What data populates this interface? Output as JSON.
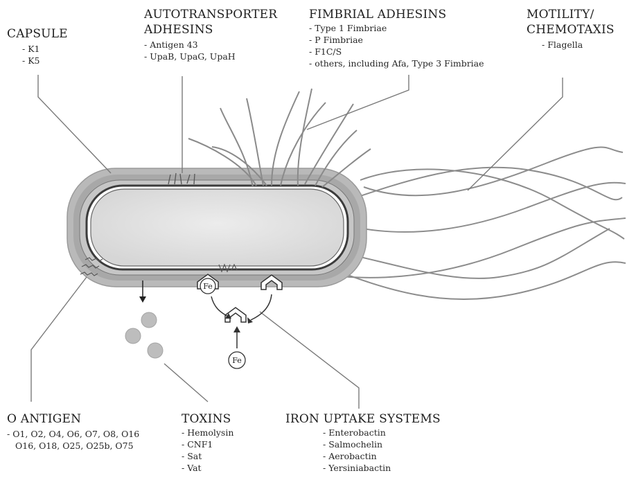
{
  "labels": {
    "capsule": {
      "title": [
        "CAPSULE"
      ],
      "items": [
        "- K1",
        "- K5"
      ]
    },
    "autotransporter": {
      "title": [
        "AUTOTRANSPORTER",
        "ADHESINS"
      ],
      "items": [
        "- Antigen 43",
        "- UpaB, UpaG, UpaH"
      ]
    },
    "fimbrial": {
      "title": [
        "FIMBRIAL ADHESINS"
      ],
      "items": [
        "- Type 1 Fimbriae",
        "- P Fimbriae",
        "- F1C/S",
        "- others, including Afa, Type 3 Fimbriae"
      ]
    },
    "motility": {
      "title": [
        "MOTILITY/",
        "CHEMOTAXIS"
      ],
      "items": [
        "- Flagella"
      ]
    },
    "o_antigen": {
      "title": [
        "O ANTIGEN"
      ],
      "items": [
        "- O1, O2, O4, O6, O7, O8, O16",
        "O16, O18, O25, O25b, O75"
      ]
    },
    "toxins": {
      "title": [
        "TOXINS"
      ],
      "items": [
        "- Hemolysin",
        "- CNF1",
        "- Sat",
        "- Vat"
      ]
    },
    "iron": {
      "title": [
        "IRON UPTAKE SYSTEMS"
      ],
      "items": [
        "- Enterobactin",
        "- Salmochelin",
        "- Aerobactin",
        "- Yersiniabactin"
      ]
    }
  },
  "molecules": {
    "iron_symbol": "Fe"
  },
  "colors": {
    "capsule_fill": "#b9b9b9",
    "cell_fill": "#e4e4e4",
    "line": "#7a7a7a",
    "toxin_fill": "#bdbdbd"
  }
}
